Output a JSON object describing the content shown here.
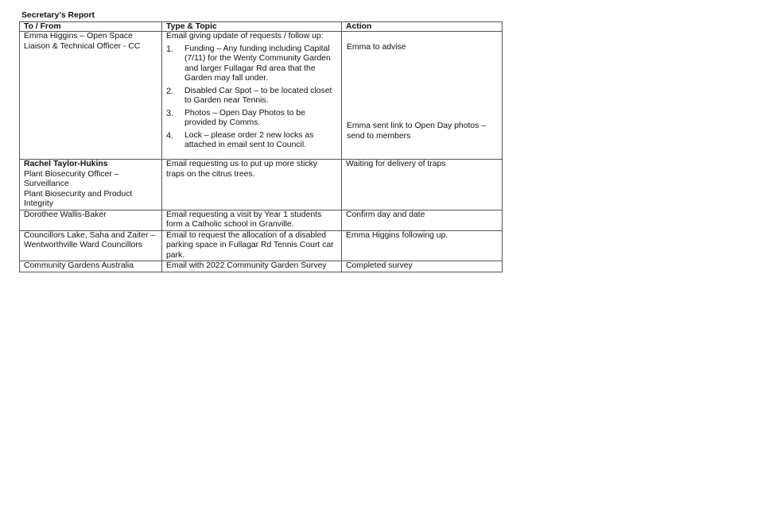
{
  "title": "Secretary’s Report",
  "headers": [
    "To / From",
    "Type & Topic",
    "Action"
  ],
  "rows": [
    {
      "from": [
        "Emma Higgins – Open Space Liaison & Technical Officer - CC"
      ],
      "topic_intro": "Email giving update of requests / follow up:",
      "items": [
        {
          "n": "1.",
          "text": "Funding – Any funding including Capital (7/11) for the Wenty Community Garden and larger Fullagar Rd area that the Garden may fall under."
        },
        {
          "n": "2.",
          "text": "Disabled Car Spot – to be located closet to Garden near Tennis."
        },
        {
          "n": "3.",
          "text": "Photos – Open Day Photos to be provided by Comms."
        },
        {
          "n": "4.",
          "text": "Lock – please order 2 new locks as attached in email sent to Council."
        }
      ],
      "actions": [
        "Emma to advise",
        "Emma sent link to Open Day photos – send to members"
      ]
    },
    {
      "from_bold": "Rachel Taylor-Hukins",
      "from": [
        "Plant Biosecurity Officer – Surveillance",
        "Plant Biosecurity and Product Integrity"
      ],
      "topic": "Email requesting us to put up more sticky traps on the citrus trees.",
      "action": "Waiting for delivery of traps"
    },
    {
      "from": [
        "Dorothee Wallis-Baker"
      ],
      "topic": "Email requesting a visit by Year 1 students form a Catholic school in Granville.",
      "action": "Confirm day and date"
    },
    {
      "from": [
        "Councillors Lake, Saha and Zaiter – Wentworthville Ward Councillors"
      ],
      "topic": "Email to request the allocation of a disabled parking space in Fullagar Rd Tennis Court car park.",
      "action": "Emma Higgins following up."
    },
    {
      "from": [
        "Community Gardens Australia"
      ],
      "topic": "Email with 2022 Community Garden Survey",
      "action": "Completed survey"
    }
  ]
}
